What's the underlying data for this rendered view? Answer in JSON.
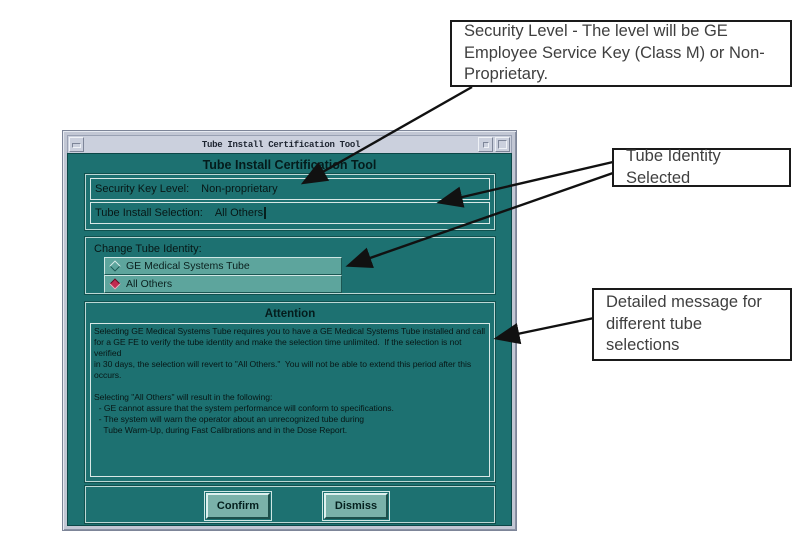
{
  "window": {
    "titlebar_text": "Tube Install Certification Tool",
    "heading": "Tube Install Certification Tool",
    "status_fields": [
      {
        "label": "Security Key Level:",
        "value": "Non-proprietary"
      },
      {
        "label": "Tube Install Selection:",
        "value": "All Others"
      }
    ],
    "identity_group": {
      "label": "Change Tube Identity:",
      "options": [
        {
          "label": "GE Medical Systems Tube",
          "selected": false
        },
        {
          "label": "All Others",
          "selected": true
        }
      ]
    },
    "attention": {
      "title": "Attention",
      "body": "Selecting GE Medical Systems Tube requires you to have a GE Medical Systems Tube installed and call\nfor a GE FE to verify the tube identity and make the selection time unlimited.  If the selection is not verified\nin 30 days, the selection will revert to \"All Others.\"  You will not be able to extend this period after this\noccurs.\n\nSelecting \"All Others\" will result in the following:\n  - GE cannot assure that the system performance will conform to specifications.\n  - The system will warn the operator about an unrecognized tube during\n    Tube Warm-Up, during Fast Calibrations and in the Dose Report."
    },
    "buttons": [
      {
        "label": "Confirm"
      },
      {
        "label": "Dismiss"
      }
    ]
  },
  "callouts": [
    {
      "text": "Security Level - The level will be GE Employee Service Key (Class M) or Non-Proprietary."
    },
    {
      "text": "Tube Identity Selected"
    },
    {
      "text": "Detailed message for different tube selections"
    }
  ],
  "colors": {
    "teal_background": "#1d7171",
    "panel_light_teal": "#5da59d",
    "button_teal": "#7ab1a9",
    "radio_selected_red": "#c22a50",
    "titlebar_gray": "#cbd0dd",
    "callout_border": "#1a1a1a"
  }
}
